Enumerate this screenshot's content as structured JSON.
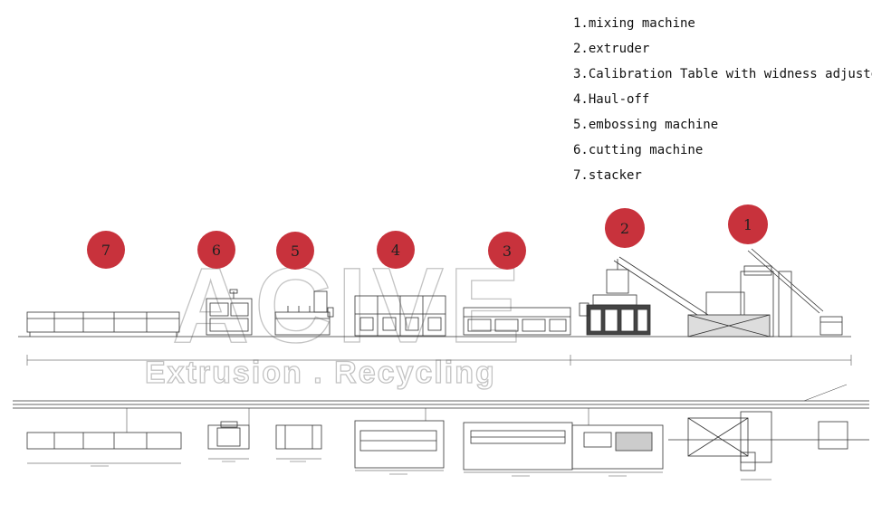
{
  "legend": [
    {
      "number": "1.",
      "text": "mixing machine"
    },
    {
      "number": "2.",
      "text": "extruder"
    },
    {
      "number": "3.",
      "text": "Calibration Table with widness adjuster"
    },
    {
      "number": "4.",
      "text": "Haul-off"
    },
    {
      "number": "5.",
      "text": "embossing machine"
    },
    {
      "number": "6.",
      "text": "cutting machine"
    },
    {
      "number": "7.",
      "text": "stacker"
    }
  ],
  "badges": [
    "7",
    "6",
    "5",
    "4",
    "3",
    "2",
    "1"
  ],
  "watermark": {
    "logo": "ACIVE",
    "tagline": "Extrusion . Recycling"
  },
  "colors": {
    "badge_fill": "#c8323c",
    "line": "#333333",
    "watermark_stroke": "#b9b9b9"
  }
}
